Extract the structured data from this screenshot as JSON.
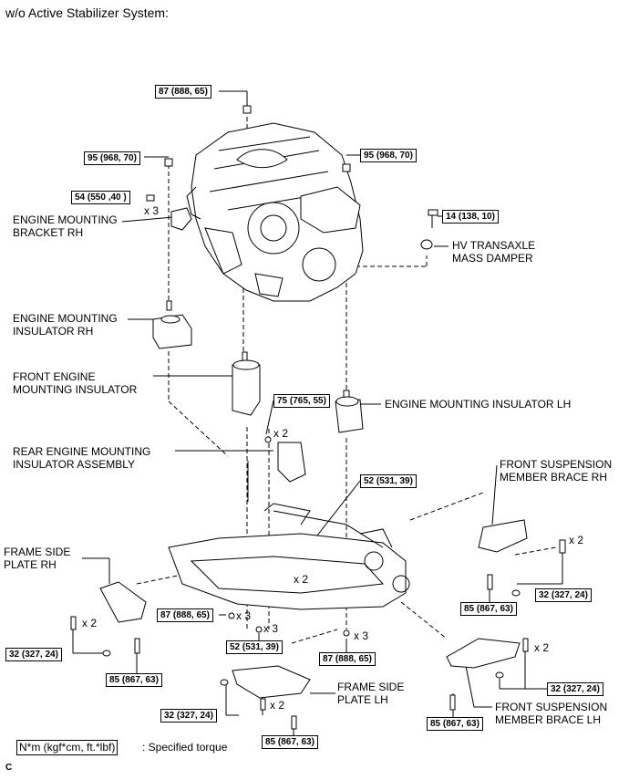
{
  "title": "w/o Active Stabilizer System:",
  "torques": {
    "t_top": "87 (888, 65)",
    "t_left_nut": "95 (968, 70)",
    "t_right_nut": "95 (968, 70)",
    "t_bracket": "54 (550 ,40 )",
    "t_damper": "14 (138, 10)",
    "t_lh_insulator": "75 (765, 55)",
    "t_steering": "52 (531, 39)",
    "t_mid_left": "87 (888, 65)",
    "t_mid_bottom": "52 (531, 39)",
    "t_mid_right": "87 (888, 65)",
    "t_brace_rh_right": "32 (327, 24)",
    "t_brace_rh_bottom": "85 (867, 63)",
    "t_frame_rh_left": "32 (327, 24)",
    "t_frame_rh_bottom": "85 (867, 63)",
    "t_frame_lh_left": "32 (327, 24)",
    "t_frame_lh_bottom": "85 (867, 63)",
    "t_brace_lh_right": "32 (327, 24)",
    "t_brace_lh_bottom": "85 (867, 63)"
  },
  "labels": {
    "bracket_rh": "ENGINE MOUNTING\nBRACKET RH",
    "damper": "HV TRANSAXLE\nMASS DAMPER",
    "insulator_rh": "ENGINE MOUNTING\nINSULATOR RH",
    "front_insulator": "FRONT ENGINE\nMOUNTING INSULATOR",
    "insulator_lh": "ENGINE MOUNTING INSULATOR LH",
    "rear_insulator": "REAR ENGINE MOUNTING\nINSULATOR ASSEMBLY",
    "brace_rh": "FRONT SUSPENSION\nMEMBER BRACE RH",
    "frame_rh": "FRAME SIDE\nPLATE RH",
    "frame_lh": "FRAME SIDE\nPLATE LH",
    "brace_lh": "FRONT SUSPENSION\nMEMBER BRACE LH"
  },
  "multipliers": {
    "x3_bracket": "x 3",
    "x2_lh": "x 2",
    "x2_steer": "x 2",
    "x2_brace_rh": "x 2",
    "x2_frame_rh": "x 2",
    "x3_mid_left": "x 3",
    "x3_mid_bottom": "x 3",
    "x3_mid_right": "x 3",
    "x2_frame_lh": "x 2",
    "x2_brace_lh": "x 2"
  },
  "legend": {
    "unit": "N*m (kgf*cm, ft.*lbf)",
    "text": ": Specified torque"
  },
  "figure_code": "C"
}
